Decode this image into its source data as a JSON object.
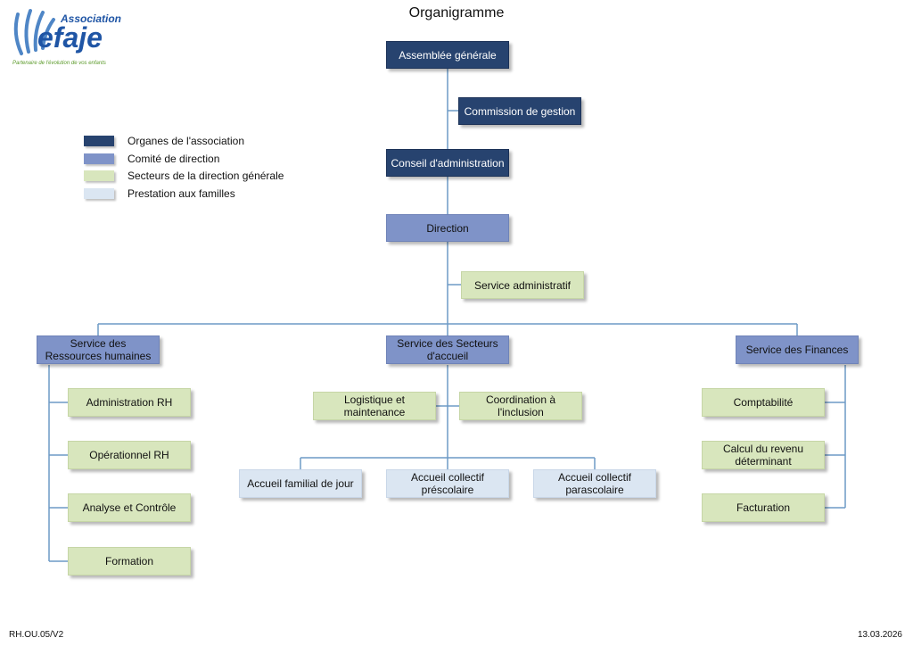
{
  "title": "Organigramme",
  "logo": {
    "association": "Association",
    "name": "efaje",
    "tagline": "Partenaire de l'évolution de vos enfants"
  },
  "legend": [
    {
      "label": "Organes de l'association",
      "color": "#27436f"
    },
    {
      "label": "Comité de direction",
      "color": "#7f93c8"
    },
    {
      "label": "Secteurs de la direction générale",
      "color": "#d8e6bd"
    },
    {
      "label": "Prestation aux familles",
      "color": "#dbe6f2"
    }
  ],
  "nodes": {
    "assemblee": "Assemblée générale",
    "commission": "Commission de gestion",
    "conseil": "Conseil d'administration",
    "direction": "Direction",
    "service_admin": "Service administratif",
    "rh": "Service des Ressources humaines",
    "secteurs": "Service des Secteurs d'accueil",
    "finances": "Service des Finances",
    "admin_rh": "Administration RH",
    "operationnel_rh": "Opérationnel RH",
    "analyse": "Analyse et Contrôle",
    "formation": "Formation",
    "logistique": "Logistique et maintenance",
    "coordination": "Coordination à l'inclusion",
    "accueil_familial": "Accueil familial de jour",
    "accueil_prescolaire": "Accueil collectif préscolaire",
    "accueil_parascolaire": "Accueil collectif parascolaire",
    "comptabilite": "Comptabilité",
    "calcul_revenu": "Calcul du revenu déterminant",
    "facturation": "Facturation"
  },
  "footer": {
    "reference": "RH.OU.05/V2",
    "date": "13.03.2026"
  }
}
